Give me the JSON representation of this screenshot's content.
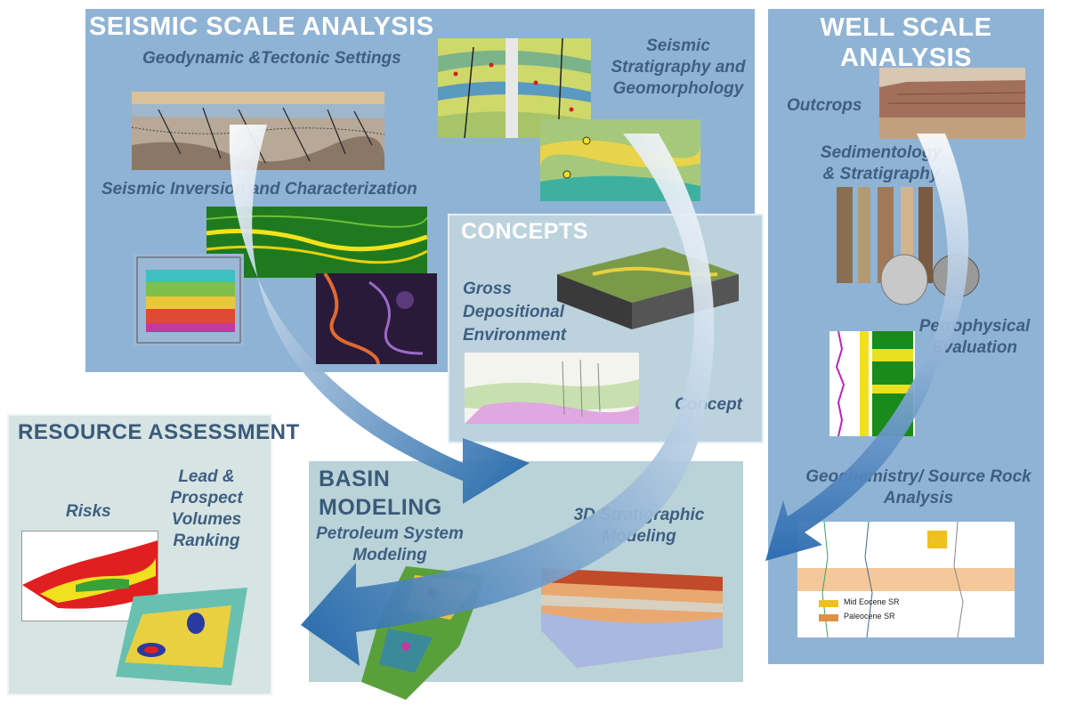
{
  "seismic": {
    "title": "SEISMIC SCALE ANALYSIS",
    "geodynamic": "Geodynamic &Tectonic Settings",
    "stratigraphy_line1": "Seismic",
    "stratigraphy_line2": "Stratigraphy and",
    "stratigraphy_line3": "Geomorphology",
    "inversion": "Seismic Inversion and Characterization"
  },
  "well": {
    "title_line1": "WELL SCALE",
    "title_line2": "ANALYSIS",
    "outcrops": "Outcrops",
    "sed_line1": "Sedimentology",
    "sed_line2": "& Stratigraphy",
    "petro_line1": "Petrophysical",
    "petro_line2": "Evaluation",
    "geochem_line1": "Geochemistry/ Source Rock",
    "geochem_line2": "Analysis",
    "legend_mid": "Mid Eocene SR",
    "legend_paleo": "Paleocene SR"
  },
  "concepts": {
    "title": "CONCEPTS",
    "gross_line1": "Gross",
    "gross_line2": "Depositional",
    "gross_line3": "Environment",
    "concept": "Concept"
  },
  "resource": {
    "title": "RESOURCE ASSESSMENT",
    "risks": "Risks",
    "lead_line1": "Lead &",
    "lead_line2": "Prospect",
    "lead_line3": "Volumes",
    "lead_line4": "Ranking"
  },
  "basin": {
    "title_line1": "BASIN",
    "title_line2": "MODELING",
    "petroleum_line1": "Petroleum System",
    "petroleum_line2": "Modeling",
    "strat_line1": "3D Stratigraphic",
    "strat_line2": "Modeling"
  },
  "colors": {
    "panel_blue": "#8fb3d4",
    "label_blue": "#3f5f82",
    "arrow_blue": "#1f64a8"
  }
}
